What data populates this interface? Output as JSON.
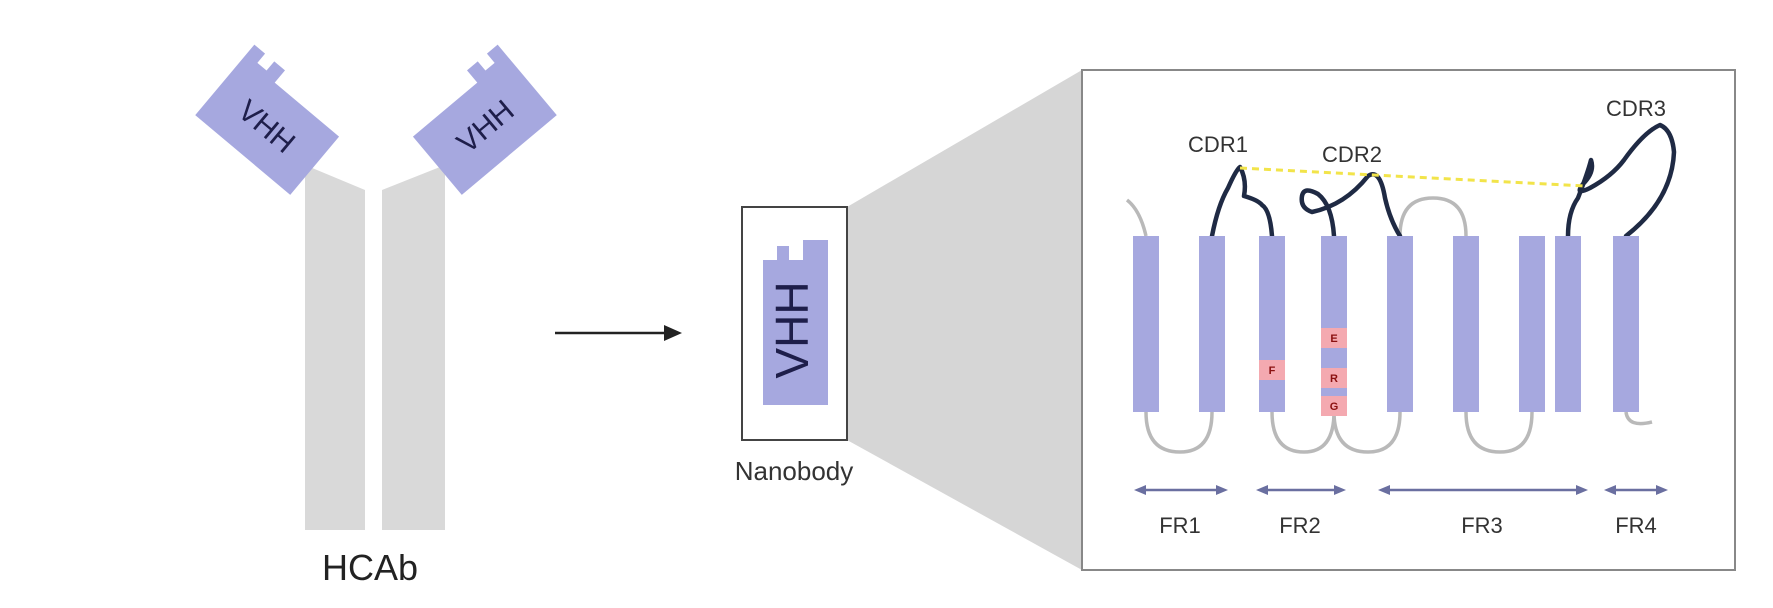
{
  "antibody": {
    "label": "HCAb",
    "left_domain": "VHH",
    "right_domain": "VHH"
  },
  "nanobody": {
    "domain": "VHH",
    "label": "Nanobody"
  },
  "structure": {
    "cdr_labels": [
      "CDR1",
      "CDR2",
      "CDR3"
    ],
    "framework_labels": [
      "FR1",
      "FR2",
      "FR3",
      "FR4"
    ],
    "hallmark_residues": [
      "F",
      "E",
      "R",
      "G"
    ]
  },
  "colors": {
    "vhh_domain": "#a6a8df",
    "heavy_chain": "#d9d9d9",
    "cdr_loop": "#1f2a44",
    "framework_loop": "#b9b9b9",
    "hallmark_residue": "#f4a9b0",
    "dashed_line": "#f2e44a",
    "zoom_wedge": "#d6d6d6"
  }
}
